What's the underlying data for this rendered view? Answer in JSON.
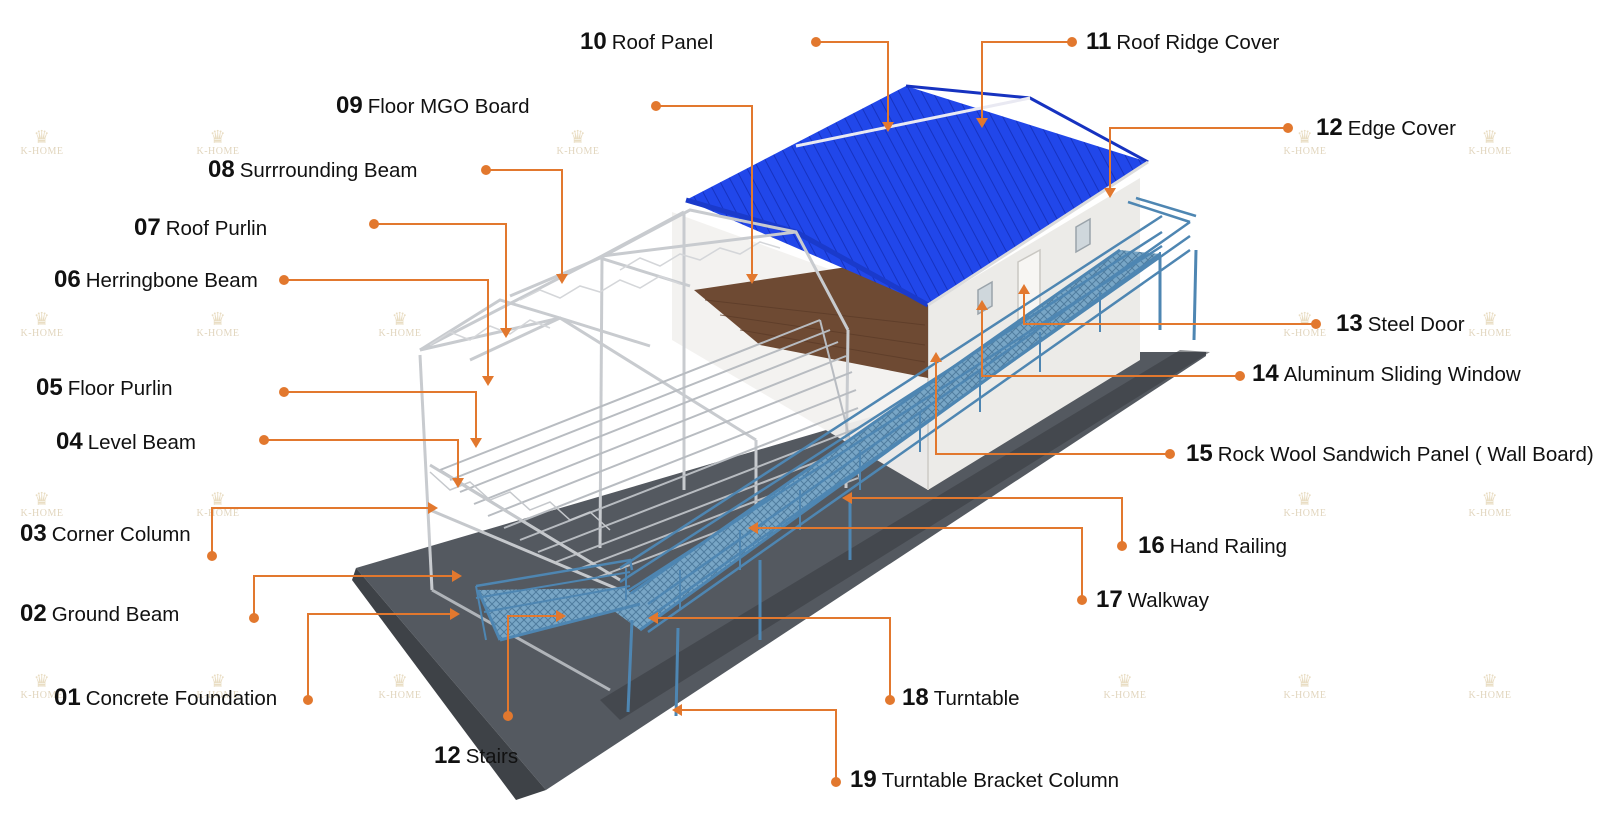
{
  "watermark": {
    "text": "K-HOME",
    "color": "#d8c8a8"
  },
  "colors": {
    "roof": "#1f45e8",
    "roof_dark": "#1538c8",
    "frame": "#c8cbcf",
    "railing": "#4e86b2",
    "ground": "#545960",
    "wall": "#ecebe8",
    "floor": "#6e4a33",
    "leader": "#e2782e"
  },
  "callouts": [
    {
      "id": "roof-panel",
      "number": "10",
      "text": "Roof Panel"
    },
    {
      "id": "roof-ridge-cover",
      "number": "11",
      "text": "Roof Ridge Cover"
    },
    {
      "id": "floor-mgo-board",
      "number": "09",
      "text": "Floor MGO Board"
    },
    {
      "id": "edge-cover",
      "number": "12",
      "text": "Edge Cover"
    },
    {
      "id": "surrounding-beam",
      "number": "08",
      "text": "Surrrounding Beam"
    },
    {
      "id": "roof-purlin",
      "number": "07",
      "text": "Roof Purlin"
    },
    {
      "id": "herringbone-beam",
      "number": "06",
      "text": "Herringbone Beam"
    },
    {
      "id": "steel-door",
      "number": "13",
      "text": "Steel Door"
    },
    {
      "id": "aluminum-sliding-window",
      "number": "14",
      "text": "Aluminum Sliding Window"
    },
    {
      "id": "floor-purlin",
      "number": "05",
      "text": "Floor Purlin"
    },
    {
      "id": "level-beam",
      "number": "04",
      "text": "Level Beam"
    },
    {
      "id": "rock-wool-sandwich-panel",
      "number": "15",
      "text": "Rock Wool Sandwich Panel ( Wall Board)"
    },
    {
      "id": "corner-column",
      "number": "03",
      "text": "Corner Column"
    },
    {
      "id": "hand-railing",
      "number": "16",
      "text": "Hand Railing"
    },
    {
      "id": "walkway",
      "number": "17",
      "text": "Walkway"
    },
    {
      "id": "ground-beam",
      "number": "02",
      "text": "Ground Beam"
    },
    {
      "id": "concrete-foundation",
      "number": "01",
      "text": "Concrete Foundation"
    },
    {
      "id": "turntable",
      "number": "18",
      "text": "Turntable"
    },
    {
      "id": "stairs",
      "number": "12",
      "text": "Stairs"
    },
    {
      "id": "turntable-bracket-column",
      "number": "19",
      "text": "Turntable Bracket Column"
    }
  ]
}
